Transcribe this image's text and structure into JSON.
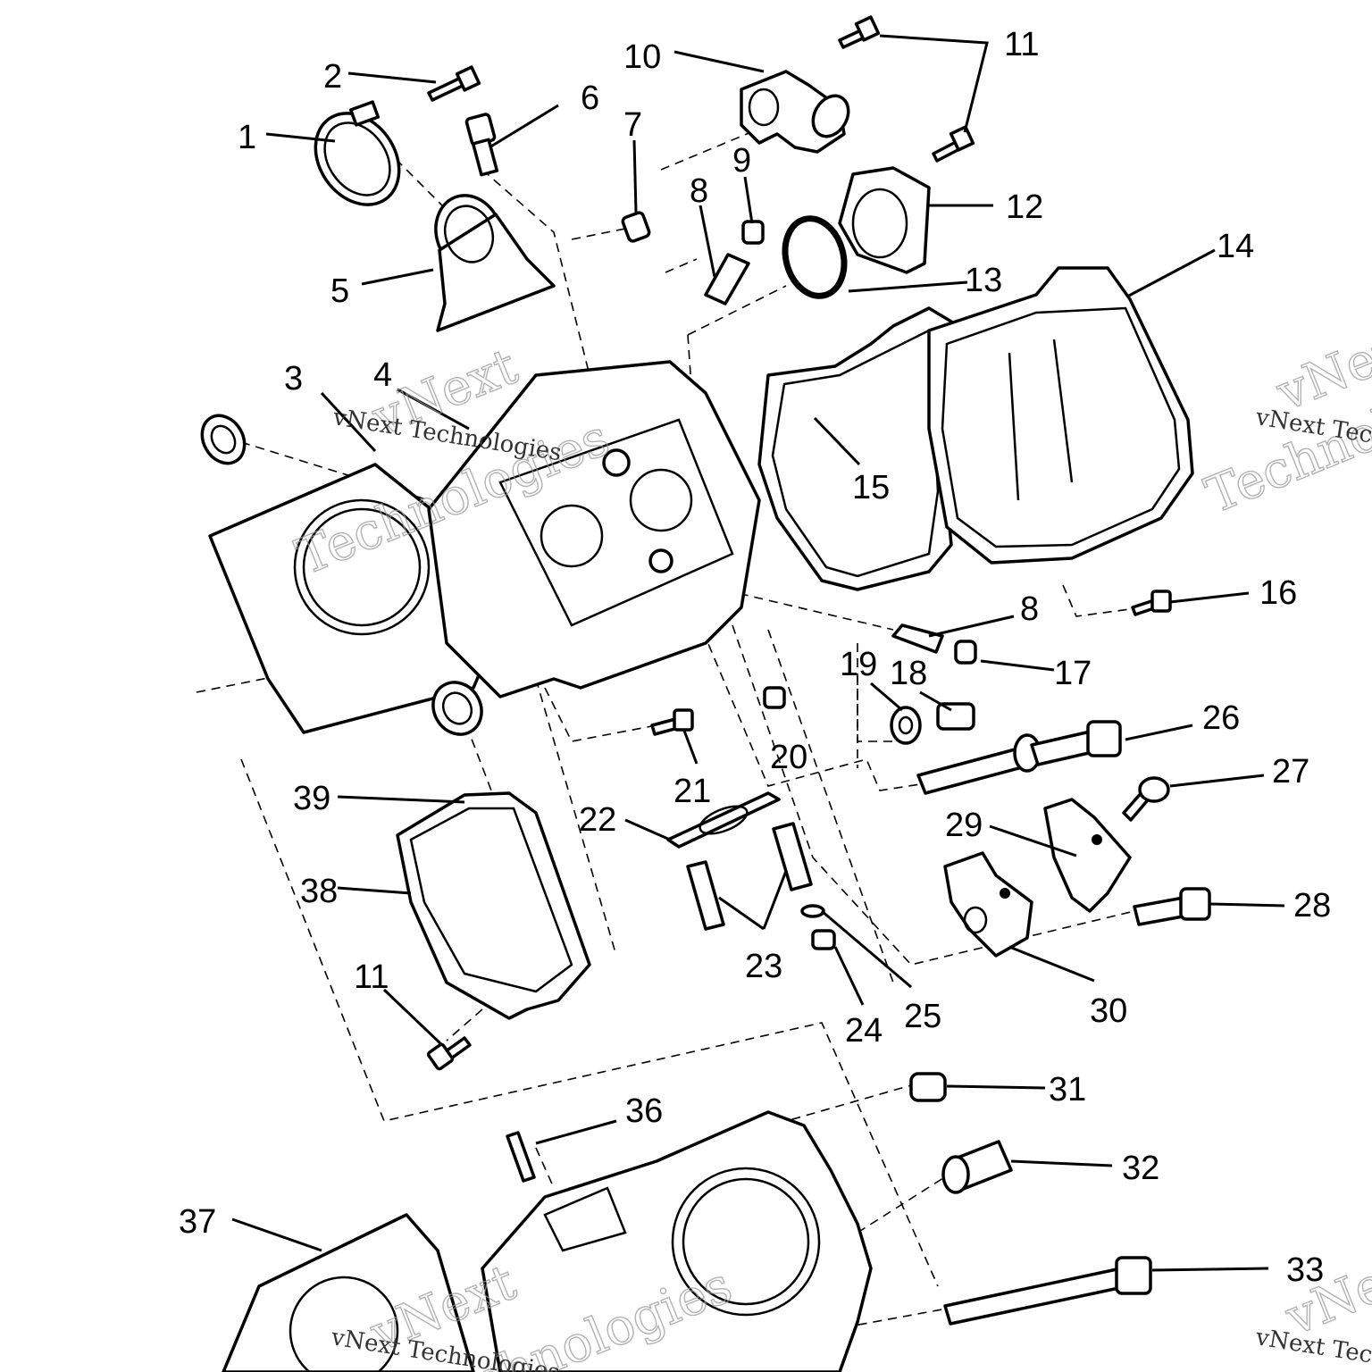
{
  "watermark": {
    "brand": "vNext",
    "brand_sub": "Technologies",
    "tagline": "vNext Technologies"
  },
  "callouts": [
    {
      "id": "c1",
      "label": "1"
    },
    {
      "id": "c2",
      "label": "2"
    },
    {
      "id": "c3",
      "label": "3"
    },
    {
      "id": "c4",
      "label": "4"
    },
    {
      "id": "c5",
      "label": "5"
    },
    {
      "id": "c6",
      "label": "6"
    },
    {
      "id": "c7",
      "label": "7"
    },
    {
      "id": "c8a",
      "label": "8"
    },
    {
      "id": "c8b",
      "label": "8"
    },
    {
      "id": "c9",
      "label": "9"
    },
    {
      "id": "c10",
      "label": "10"
    },
    {
      "id": "c11a",
      "label": "11"
    },
    {
      "id": "c11b",
      "label": "11"
    },
    {
      "id": "c12",
      "label": "12"
    },
    {
      "id": "c13",
      "label": "13"
    },
    {
      "id": "c14",
      "label": "14"
    },
    {
      "id": "c15",
      "label": "15"
    },
    {
      "id": "c16",
      "label": "16"
    },
    {
      "id": "c17",
      "label": "17"
    },
    {
      "id": "c18",
      "label": "18"
    },
    {
      "id": "c19",
      "label": "19"
    },
    {
      "id": "c20",
      "label": "20"
    },
    {
      "id": "c21",
      "label": "21"
    },
    {
      "id": "c22",
      "label": "22"
    },
    {
      "id": "c23",
      "label": "23"
    },
    {
      "id": "c24",
      "label": "24"
    },
    {
      "id": "c25",
      "label": "25"
    },
    {
      "id": "c26",
      "label": "26"
    },
    {
      "id": "c27",
      "label": "27"
    },
    {
      "id": "c28",
      "label": "28"
    },
    {
      "id": "c29",
      "label": "29"
    },
    {
      "id": "c30",
      "label": "30"
    },
    {
      "id": "c31",
      "label": "31"
    },
    {
      "id": "c32",
      "label": "32"
    },
    {
      "id": "c33",
      "label": "33"
    },
    {
      "id": "c36",
      "label": "36"
    },
    {
      "id": "c37",
      "label": "37"
    },
    {
      "id": "c38",
      "label": "38"
    },
    {
      "id": "c39",
      "label": "39"
    }
  ]
}
